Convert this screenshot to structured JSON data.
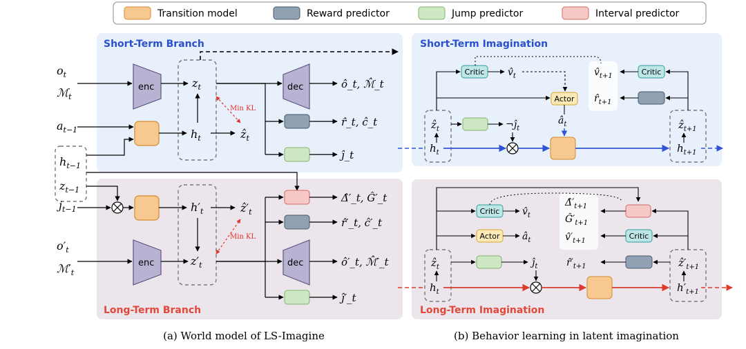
{
  "legend": {
    "transition": "Transition model",
    "reward": "Reward predictor",
    "jump": "Jump predictor",
    "interval": "Interval predictor"
  },
  "colors": {
    "transition_fill": "#f7c890",
    "transition_stroke": "#d48a2c",
    "reward_fill": "#8fa1b3",
    "reward_stroke": "#4a5a6a",
    "jump_fill": "#cfe8c4",
    "jump_stroke": "#7fb26b",
    "interval_fill": "#f6c8c6",
    "interval_stroke": "#d26a66",
    "critic_fill": "#bfe6e6",
    "critic_stroke": "#2e9d9d",
    "actor_fill": "#fde9b5",
    "actor_stroke": "#d9a531",
    "short_bg": "#e8f0fb",
    "long_bg": "#ece5ec",
    "blue_arrow": "#2f52d6",
    "red_arrow": "#dd3b2b"
  },
  "world_model": {
    "short_title": "Short-Term Branch",
    "long_title": "Long-Term Branch",
    "enc": "enc",
    "dec": "dec",
    "min_kl": "Min KL",
    "caption": "(a) World model of LS-Imagine",
    "inputs": {
      "o": "o",
      "o_sub": "t",
      "M": "ℳ",
      "M_sub": "t",
      "a": "a",
      "a_sub": "t−1",
      "h": "h",
      "h_sub": "t−1",
      "z": "z",
      "z_sub": "t−1",
      "j": "j",
      "j_sub": "t−1",
      "op": "o′",
      "op_sub": "t",
      "Mp": "ℳ′",
      "Mp_sub": "t"
    },
    "outputs": {
      "short_dec": "ô_t, ℳ̂_t",
      "short_reward": "r̂_t, ĉ_t",
      "short_jump": "ĵ_t",
      "long_interval": "Δ̂′_t, Ĝ′_t",
      "long_reward": "r̂′_t, ĉ′_t",
      "long_dec": "ô′_t, ℳ̂′_t",
      "long_jump": "ĵ′_t"
    }
  },
  "imagination": {
    "short_title": "Short-Term Imagination",
    "long_title": "Long-Term Imagination",
    "critic": "Critic",
    "actor": "Actor",
    "caption": "(b) Behavior learning in latent imagination"
  }
}
